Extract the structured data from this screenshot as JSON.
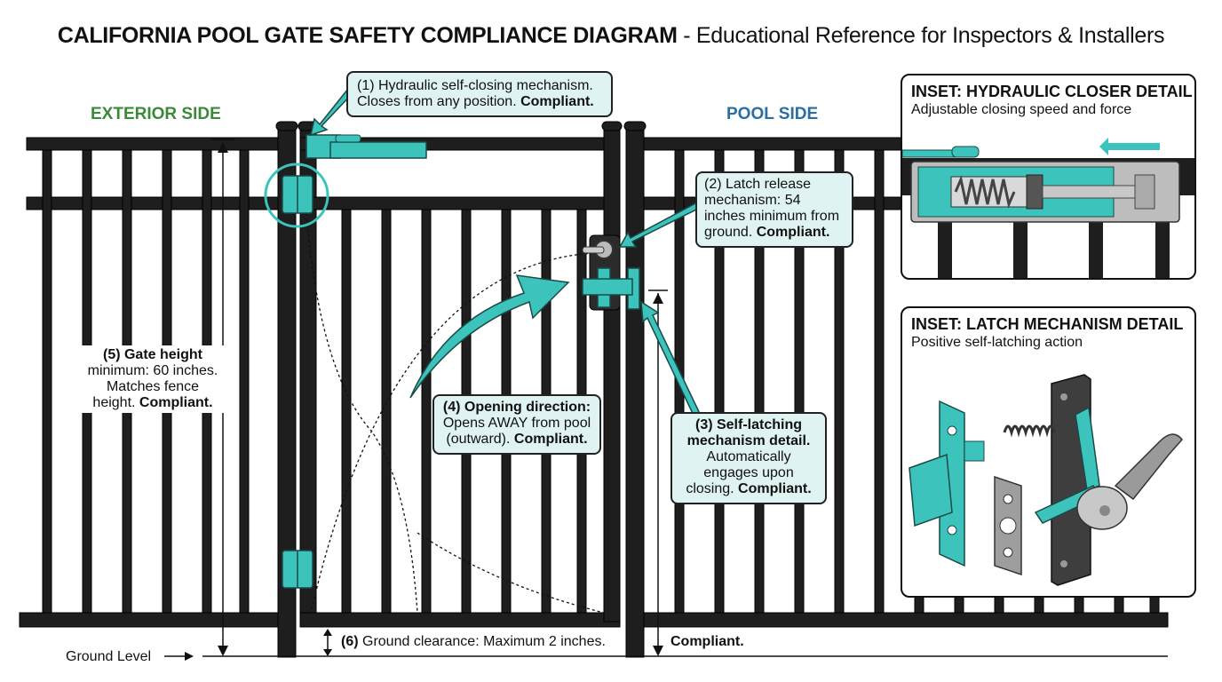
{
  "title": {
    "bold": "CALIFORNIA POOL GATE SAFETY COMPLIANCE DIAGRAM",
    "rest": " - Educational Reference for Inspectors & Installers"
  },
  "sides": {
    "exterior": "EXTERIOR SIDE",
    "pool": "POOL SIDE"
  },
  "colors": {
    "teal": "#3cc4bc",
    "callout_fill": "#dff4f2",
    "fence": "#1e1e1e",
    "exterior_label": "#3a8a3a",
    "pool_label": "#2a6fa0"
  },
  "callouts": {
    "c1": {
      "line1": "(1) Hydraulic self-closing mechanism.",
      "line2": "Closes from any position. ",
      "status": "Compliant."
    },
    "c2": {
      "line1": "(2) Latch release",
      "line2": "mechanism: 54",
      "line3": "inches minimum from",
      "line4": "ground. ",
      "status": "Compliant."
    },
    "c3": {
      "line1": "(3) Self-latching",
      "line2": "mechanism detail.",
      "line3": "Automatically",
      "line4": "engages upon",
      "line5": "closing. ",
      "status": "Compliant."
    },
    "c4": {
      "line1": "(4) Opening direction:",
      "line2": "Opens AWAY from pool",
      "line3": "(outward). ",
      "status": "Compliant."
    },
    "c5": {
      "line1": "(5) Gate height",
      "line2": "minimum: 60 inches.",
      "line3": "Matches fence",
      "line4": "height. ",
      "status": "Compliant."
    },
    "c6": {
      "label": "(6)",
      "text": " Ground clearance: Maximum 2 inches.",
      "status": "Compliant."
    }
  },
  "ground_level": "Ground Level",
  "insets": {
    "hydraulic": {
      "title": "INSET: HYDRAULIC CLOSER DETAIL",
      "subtitle": "Adjustable closing speed and force"
    },
    "latch": {
      "title": "INSET: LATCH MECHANISM DETAIL",
      "subtitle": "Positive self-latching action"
    }
  }
}
